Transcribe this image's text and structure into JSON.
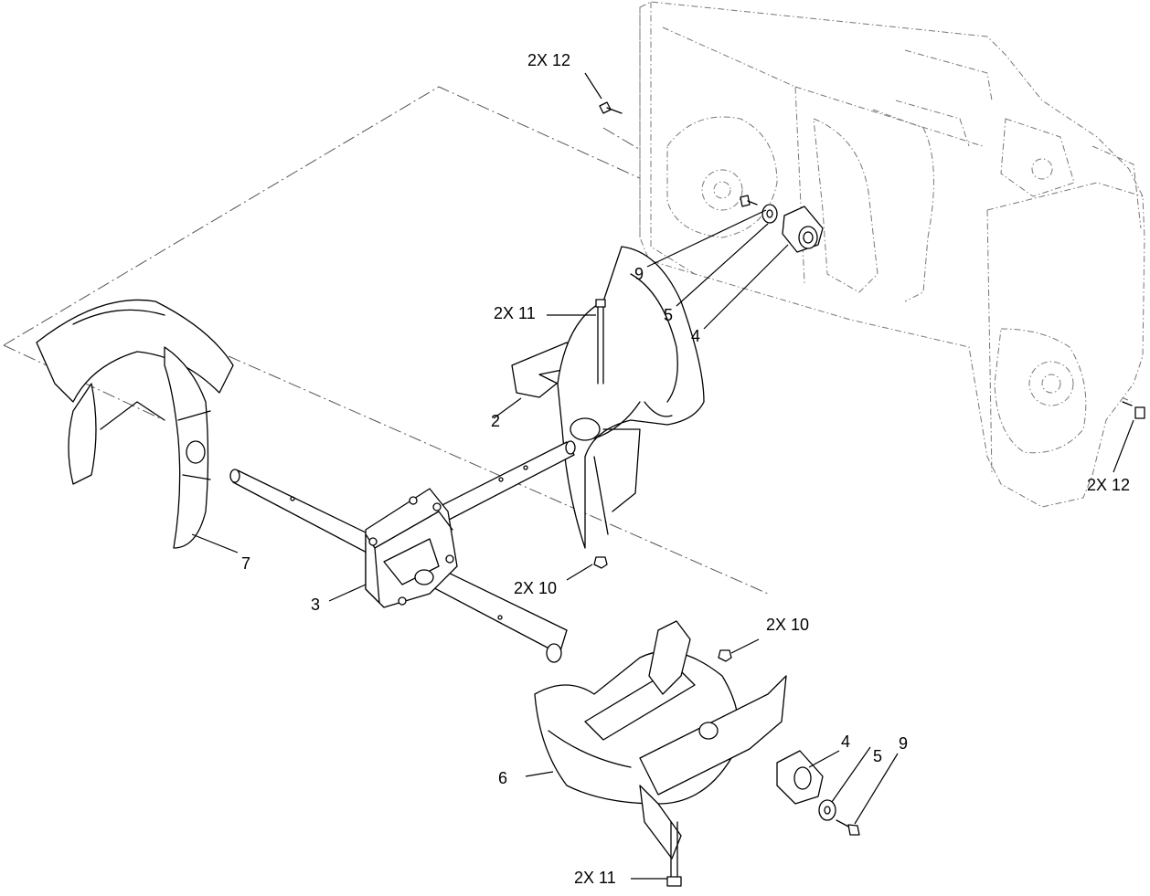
{
  "diagram": {
    "callouts": {
      "bolt_12_top": "2X 12",
      "bolt_12_right": "2X 12",
      "bolt_11_top": "2X 11",
      "bolt_11_bottom": "2X 11",
      "nut_10_middle": "2X 10",
      "nut_10_right": "2X 10",
      "bolt_9_upper": "9",
      "bolt_9_lower": "9",
      "washer_5_upper": "5",
      "washer_5_lower": "5",
      "bearing_4_upper": "4",
      "bearing_4_lower": "4",
      "impeller_2": "2",
      "gearbox_3": "3",
      "auger_6": "6",
      "auger_7": "7"
    }
  }
}
